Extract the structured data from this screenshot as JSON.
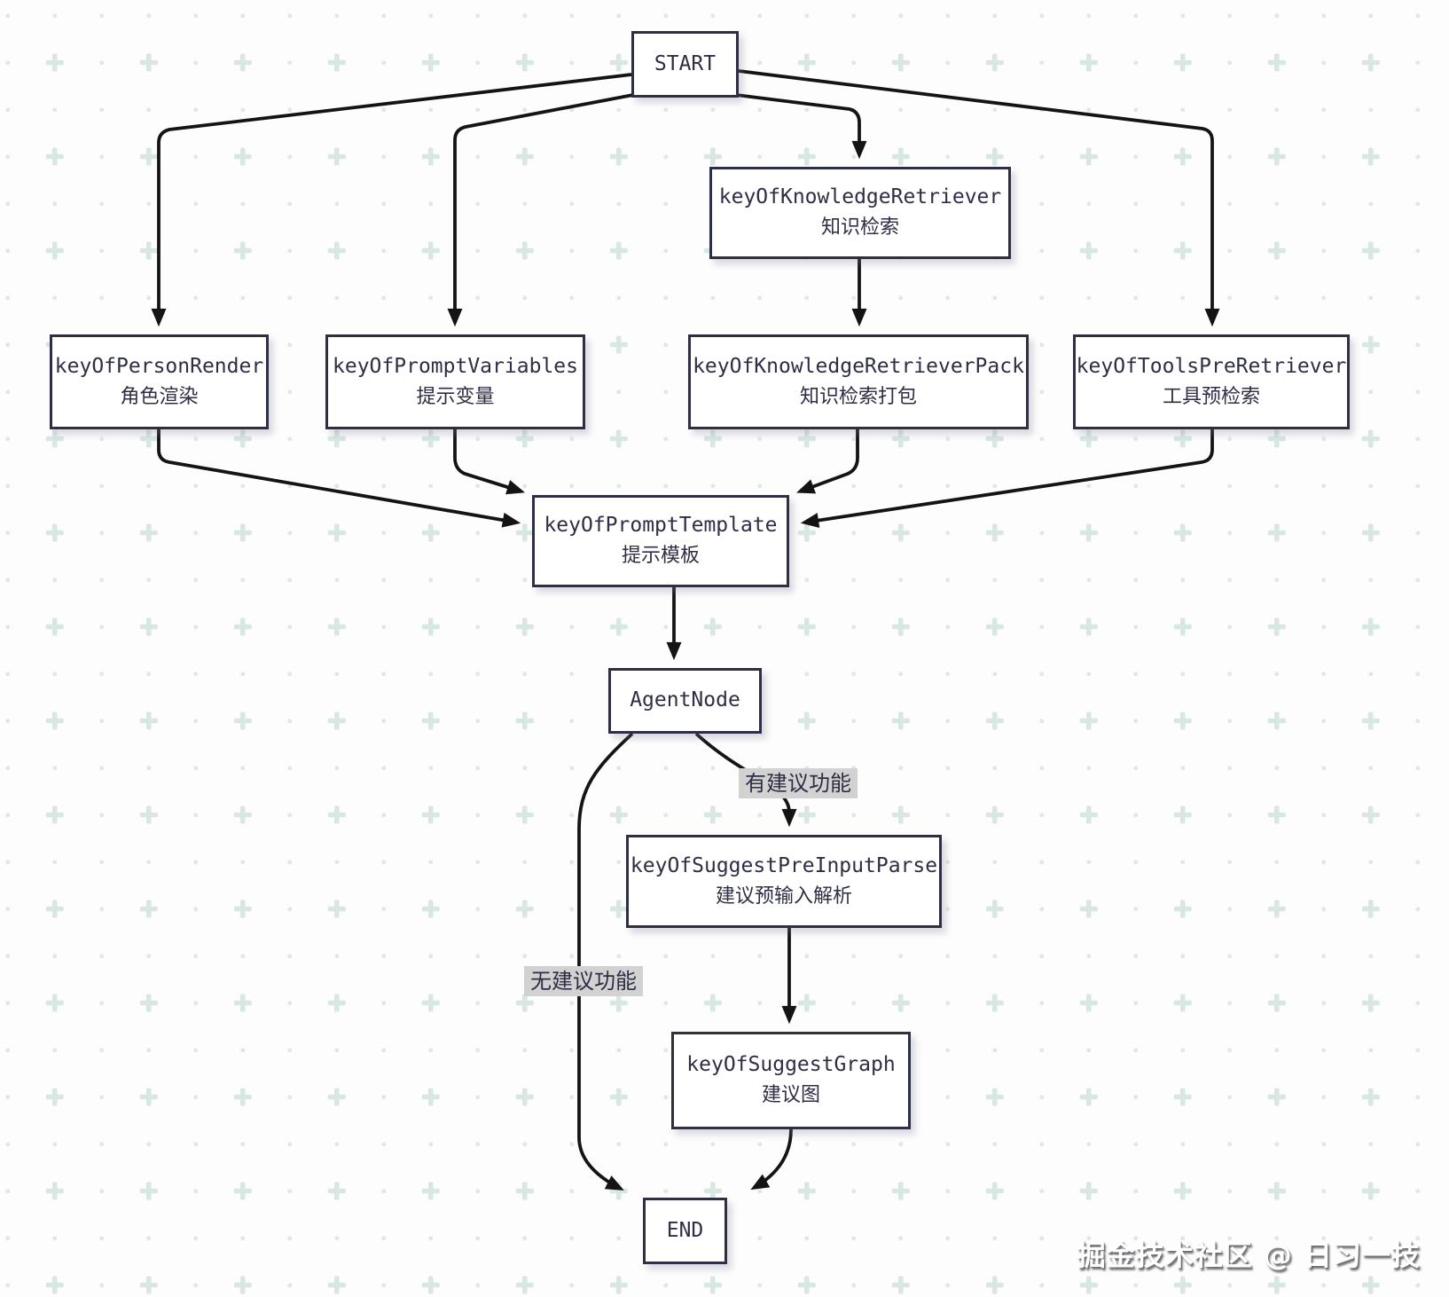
{
  "diagram": {
    "nodes": {
      "start": {
        "label": "START"
      },
      "knowledge_retriever": {
        "key": "keyOfKnowledgeRetriever",
        "zh": "知识检索"
      },
      "person_render": {
        "key": "keyOfPersonRender",
        "zh": "角色渲染"
      },
      "prompt_variables": {
        "key": "keyOfPromptVariables",
        "zh": "提示变量"
      },
      "knowledge_retriever_pack": {
        "key": "keyOfKnowledgeRetrieverPack",
        "zh": "知识检索打包"
      },
      "tools_pre_retriever": {
        "key": "keyOfToolsPreRetriever",
        "zh": "工具预检索"
      },
      "prompt_template": {
        "key": "keyOfPromptTemplate",
        "zh": "提示模板"
      },
      "agent_node": {
        "label": "AgentNode"
      },
      "suggest_pre_input_parse": {
        "key": "keyOfSuggestPreInputParse",
        "zh": "建议预输入解析"
      },
      "suggest_graph": {
        "key": "keyOfSuggestGraph",
        "zh": "建议图"
      },
      "end": {
        "label": "END"
      }
    },
    "edge_labels": {
      "has_suggest": "有建议功能",
      "no_suggest": "无建议功能"
    },
    "edges": [
      "START -> keyOfPersonRender",
      "START -> keyOfPromptVariables",
      "START -> keyOfKnowledgeRetriever",
      "START -> keyOfToolsPreRetriever",
      "keyOfKnowledgeRetriever -> keyOfKnowledgeRetrieverPack",
      "keyOfPersonRender -> keyOfPromptTemplate",
      "keyOfPromptVariables -> keyOfPromptTemplate",
      "keyOfKnowledgeRetrieverPack -> keyOfPromptTemplate",
      "keyOfToolsPreRetriever -> keyOfPromptTemplate",
      "keyOfPromptTemplate -> AgentNode",
      "AgentNode -> keyOfSuggestPreInputParse : 有建议功能",
      "AgentNode -> END : 无建议功能",
      "keyOfSuggestPreInputParse -> keyOfSuggestGraph",
      "keyOfSuggestGraph -> END"
    ],
    "colors": {
      "node_border": "#2e2e44",
      "node_fill": "#ffffff",
      "node_text": "#2e2e44",
      "edge": "#141414",
      "edge_label_bg": "#d2d2d2",
      "pattern_dot": "#dfe8e6",
      "pattern_plus": "#d8e7e2",
      "background": "#fdfdfd"
    }
  },
  "watermark": "掘金技术社区 @ 日习一技"
}
